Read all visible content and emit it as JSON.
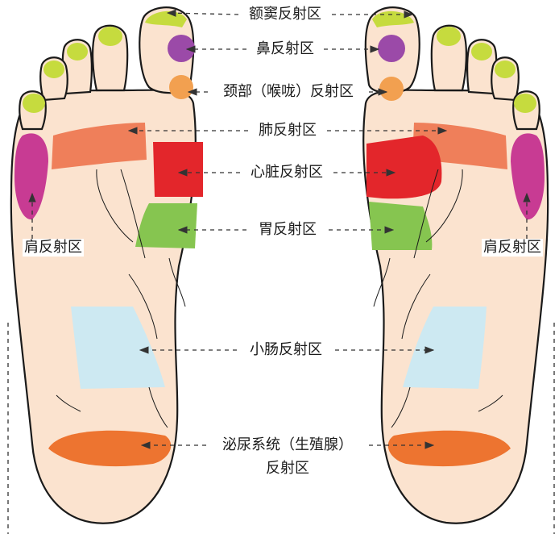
{
  "labels": {
    "frontal_sinus": "额窦反射区",
    "nose": "鼻反射区",
    "neck": "颈部（喉咙）反射区",
    "lung": "肺反射区",
    "heart": "心脏反射区",
    "stomach": "胃反射区",
    "small_intestine": "小肠反射区",
    "urinary_line1": "泌尿系统（生殖腺）",
    "urinary_line2": "反射区",
    "shoulder_left": "肩反射区",
    "shoulder_right": "肩反射区"
  },
  "colors": {
    "skin": "#fbe3cf",
    "outline": "#1a1a1a",
    "frontal_sinus": "#c6db3e",
    "nose": "#9b4aa8",
    "neck": "#f2a050",
    "lung": "#ef7f5a",
    "heart": "#e3262b",
    "stomach": "#86c550",
    "small_intestine": "#cde9f2",
    "urinary": "#ed7430",
    "shoulder": "#c83b93",
    "arrow": "#333333"
  }
}
